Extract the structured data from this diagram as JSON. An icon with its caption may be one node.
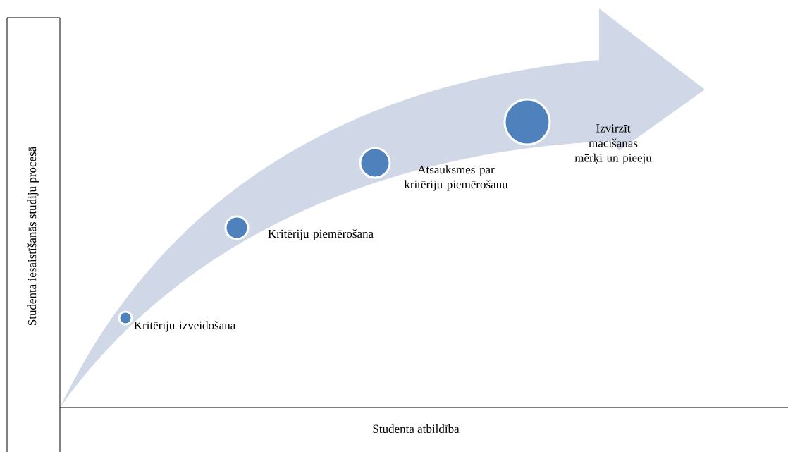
{
  "diagram": {
    "nodes": [
      {
        "text": [],
        "shape": "circle",
        "beside": [
          "Kritēriju izveidošana"
        ]
      },
      {
        "text": [],
        "shape": "circle",
        "beside": [
          "Kritēriju piemērošana"
        ]
      },
      {
        "text": [],
        "shape": "circle",
        "beside": [
          "Atsauksmes par kritēriju piemērošanu"
        ]
      },
      {
        "text": [],
        "shape": "circle",
        "beside": [
          "Izvirzīt mācīšanās mērķi un pieeju"
        ]
      }
    ],
    "labels": [
      "Studenta iesaistīšanās studiju procesā",
      "Studenta atbildība"
    ]
  }
}
